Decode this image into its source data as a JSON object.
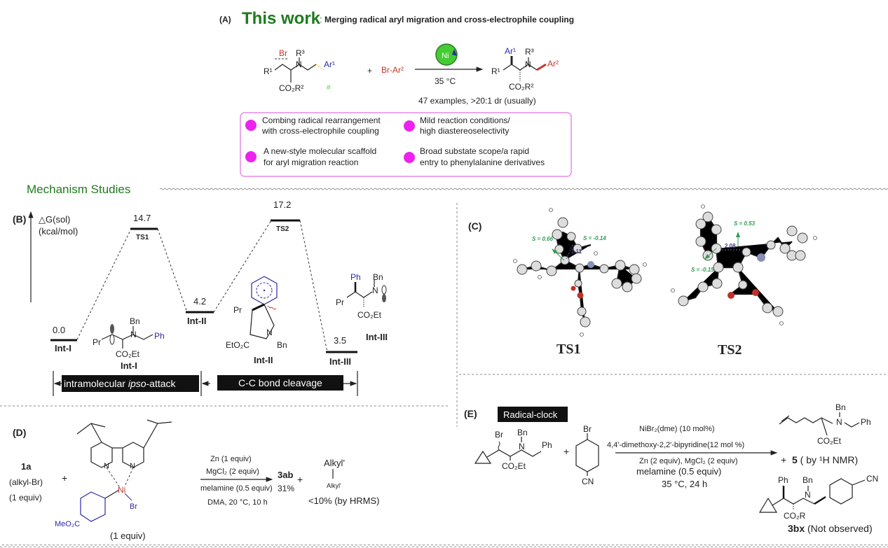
{
  "colors": {
    "green": "#1f7a1f",
    "magenta": "#ee22ee",
    "red": "#c0392b",
    "blue": "#2a2aa8",
    "spin": "#2e9e4f",
    "ni": "#44cc33"
  },
  "panelA": {
    "label": "(A)",
    "title": "This work",
    "colon": ":",
    "subtitle": "Merging radical aryl migration and cross-electrophile coupling",
    "reactant": {
      "br": "Br",
      "r3": "R³",
      "n": "N",
      "ar1": "Ar¹",
      "r1": "R¹",
      "co2r2": "CO₂R²",
      "hash": "#"
    },
    "plus": "+",
    "reagent": "Br-Ar²",
    "catalyst": "Ni",
    "condition": "35 °C",
    "product": {
      "ar1": "Ar¹",
      "r3": "R³",
      "n": "N",
      "ar2": "Ar²",
      "r1": "R¹",
      "co2r2": "CO₂R²"
    },
    "scope": "47 examples,  >20:1 dr (usually)",
    "features": [
      [
        "Combing radical rearrangement",
        "with cross-electrophile coupling"
      ],
      [
        "Mild reaction conditions/",
        "high diastereoselectivity"
      ],
      [
        "A new-style molecular scaffold",
        "for aryl migration reaction"
      ],
      [
        "Broad substate scope/a rapid",
        "entry to phenylalanine derivatives"
      ]
    ]
  },
  "section_title": "Mechanism Studies",
  "panelB": {
    "label": "(B)",
    "axis": [
      "△G(sol)",
      "(kcal/mol)"
    ],
    "levels": [
      {
        "name": "Int-I",
        "energy": "0.0"
      },
      {
        "name": "TS1",
        "energy": "14.7"
      },
      {
        "name": "Int-II",
        "energy": "4.2"
      },
      {
        "name": "TS2",
        "energy": "17.2"
      },
      {
        "name": "Int-III",
        "energy": "3.5"
      }
    ],
    "intI": {
      "pr": "Pr",
      "bn": "Bn",
      "n": "N",
      "ph": "Ph",
      "co2et": "CO₂Et",
      "label": "Int-I"
    },
    "intII": {
      "pr": "Pr",
      "n": "N",
      "eto2c": "EtO₂C",
      "bn": "Bn",
      "label": "Int-II"
    },
    "intIII": {
      "ph": "Ph",
      "bn": "Bn",
      "n": "N",
      "pr": "Pr",
      "co2et": "CO₂Et",
      "label": "Int-III"
    },
    "steps": [
      "intramolecular ",
      "ipso",
      "-attack",
      "C-C bond cleavage"
    ]
  },
  "panelC": {
    "label": "(C)",
    "ts1": {
      "label": "TS1",
      "s1": "S = 0.66",
      "s2": "S = -0.14",
      "dist": "2.11"
    },
    "ts2": {
      "label": "TS2",
      "s1": "S = 0.53",
      "s2": "S = -0.15",
      "dist": "2.08"
    }
  },
  "panelD": {
    "label": "(D)",
    "sub": [
      "1a",
      "(alkyl-Br)",
      "(1 equiv)"
    ],
    "plus": "+",
    "complex": {
      "n1": "N",
      "n2": "N",
      "ni": "Ni",
      "br": "Br",
      "meo2c": "MeO₂C",
      "equiv": "(1 equiv)"
    },
    "conditions_above": [
      "Zn (1 equiv)",
      "MgCl₂ (2 equiv)"
    ],
    "conditions_below": [
      "melamine (0.5 equiv)",
      "DMA, 20 °C, 10 h"
    ],
    "product": "3ab",
    "yield": "31%",
    "plus2": "+",
    "dimer": [
      "Alkyl'",
      "Alkyl'"
    ],
    "dimer_yield": "<10% (by HRMS)"
  },
  "panelE": {
    "label": "(E)",
    "badge": "Radical-clock",
    "substrate": {
      "br": "Br",
      "bn": "Bn",
      "n": "N",
      "ph": "Ph",
      "co2et": "CO₂Et"
    },
    "plus": "+",
    "arene": {
      "br": "Br",
      "cn": "CN"
    },
    "conditions_above": [
      "NiBr₂(dme) (10 mol%)",
      "4,4'-dimethoxy-2,2'-bipyridine(12 mol %)"
    ],
    "conditions_below": [
      "Zn (2 equiv), MgCl₂ (2 equiv)",
      "melamine (0.5 equiv)",
      "35 °C, 24 h"
    ],
    "plus2": "+",
    "product5": {
      "bn": "Bn",
      "n": "N",
      "ph": "Ph",
      "co2et": "CO₂Et",
      "label_num": "5",
      "label_rest": " ( by ¹H NMR)"
    },
    "product3bx": {
      "ph": "Ph",
      "bn": "Bn",
      "n": "N",
      "cn": "CN",
      "co2r": "CO₂R",
      "label_num": "3bx",
      "label_rest": " (Not observed)"
    }
  }
}
